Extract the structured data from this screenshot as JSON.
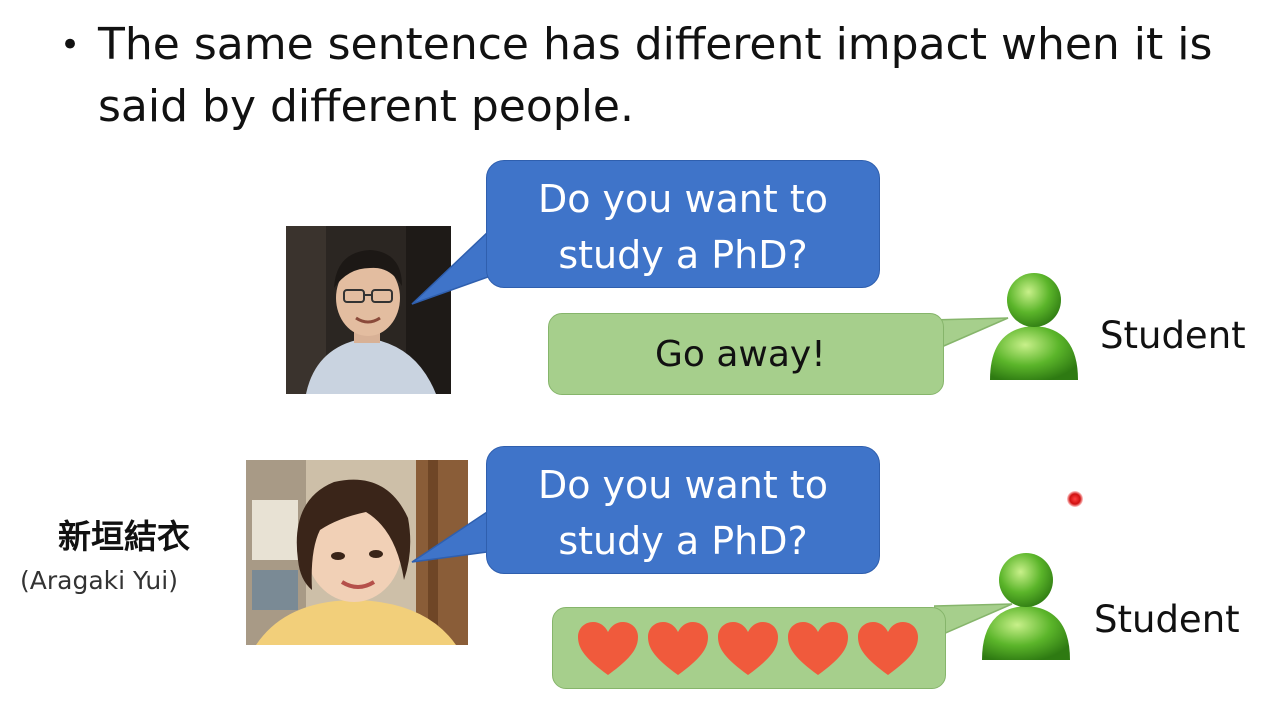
{
  "slide": {
    "bullet_text": "The same sentence has different impact when it is said by different people."
  },
  "scenario_1": {
    "question_line1": "Do you want to",
    "question_line2": "study a PhD?",
    "reply": "Go away!",
    "responder_label": "Student"
  },
  "scenario_2": {
    "person_name_jp": "新垣結衣",
    "person_name_en": "(Aragaki Yui)",
    "question_line1": "Do you want to",
    "question_line2": "study a PhD?",
    "reply_hearts": 5,
    "responder_label": "Student"
  },
  "colors": {
    "bubble_blue": "#3f74c9",
    "bubble_green": "#a6cf8c",
    "heart": "#f05a3c",
    "avatar_green": "#5bb52a"
  },
  "icons": [
    "bullet-dot",
    "student-avatar-icon",
    "heart-icon",
    "laser-pointer"
  ]
}
